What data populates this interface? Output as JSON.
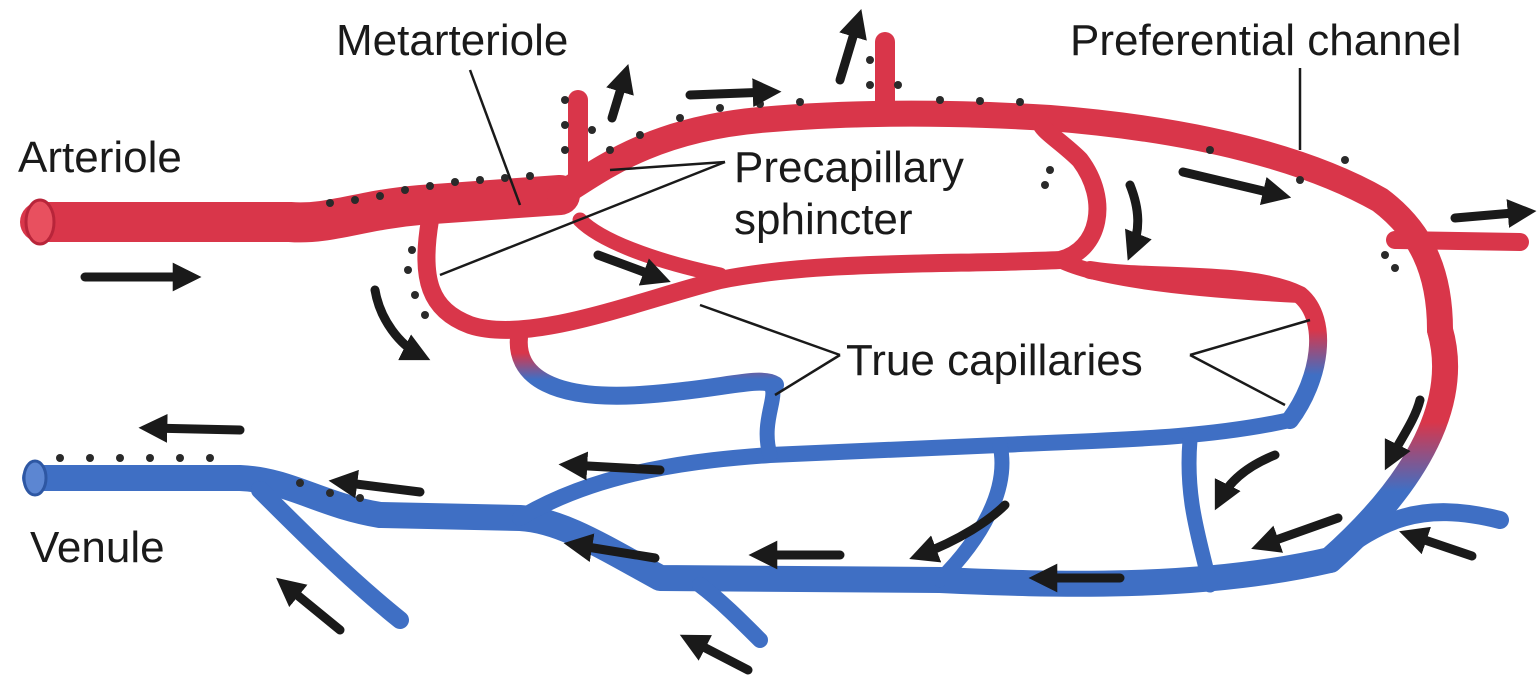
{
  "labels": {
    "metarteriole": "Metarteriole",
    "preferential_channel": "Preferential channel",
    "arteriole": "Arteriole",
    "precapillary_line1": "Precapillary",
    "precapillary_line2": "sphincter",
    "true_capillaries": "True capillaries",
    "venule": "Venule"
  },
  "colors": {
    "arterial": "#d9364a",
    "arterial_dark": "#b8253a",
    "venous": "#3f6fc4",
    "venous_dark": "#2e57a3",
    "sphincter_dots": "#2a2a2a",
    "arrows": "#1a1a1a"
  }
}
